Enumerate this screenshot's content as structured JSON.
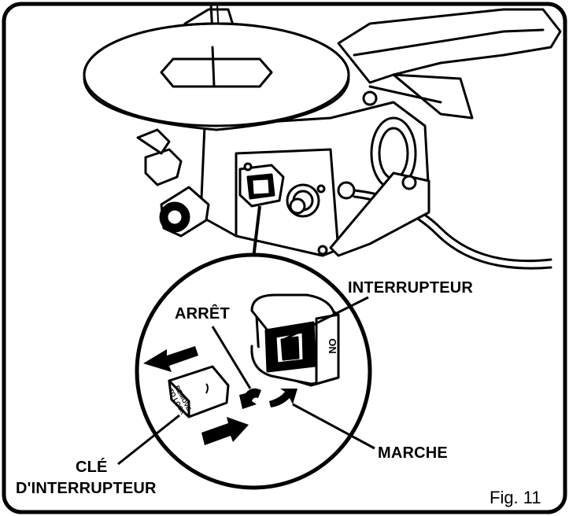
{
  "labels": {
    "interrupteur": "INTERRUPTEUR",
    "arret": "ARRÊT",
    "marche": "MARCHE",
    "cle_line1": "CLÉ",
    "cle_line2": "D'INTERRUPTEUR",
    "figure": "Fig. 11"
  },
  "key_text": {
    "line1": "REMOVE",
    "line2": "TO LOCK"
  },
  "switch_text": "ON",
  "colors": {
    "ink": "#000000",
    "paper": "#ffffff"
  }
}
